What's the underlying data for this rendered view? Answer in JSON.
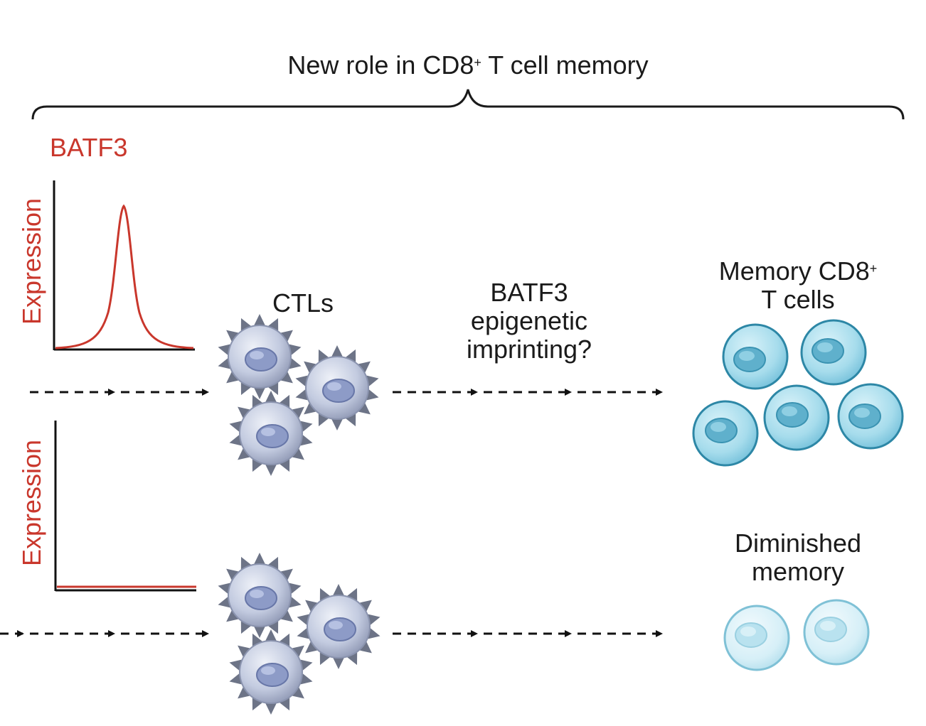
{
  "title": {
    "main": "New role in CD8",
    "sup": "+",
    "rest": " T cell memory"
  },
  "gene_label": "BATF3",
  "expression_axis_top": "Expression",
  "expression_axis_bottom": "Expression",
  "ctls_label": "CTLs",
  "middle_label": {
    "line1": "BATF3",
    "line2": "epigenetic",
    "line3": "imprinting?"
  },
  "memory_label": {
    "line1_main": "Memory CD8",
    "line1_sup": "+",
    "line2": "T cells"
  },
  "diminished_label": {
    "line1": "Diminished",
    "line2": "memory"
  },
  "colors": {
    "batf3_curve": "#c9372c",
    "ctl_fill": "#c3cbe0",
    "ctl_spike": "#6d7487",
    "memory_cell_fill": "#a6dcec",
    "memory_cell_stroke": "#2d87a6",
    "diminished_cell_fill": "#d6eff7",
    "diminished_cell_stroke": "#7fc1d6"
  }
}
